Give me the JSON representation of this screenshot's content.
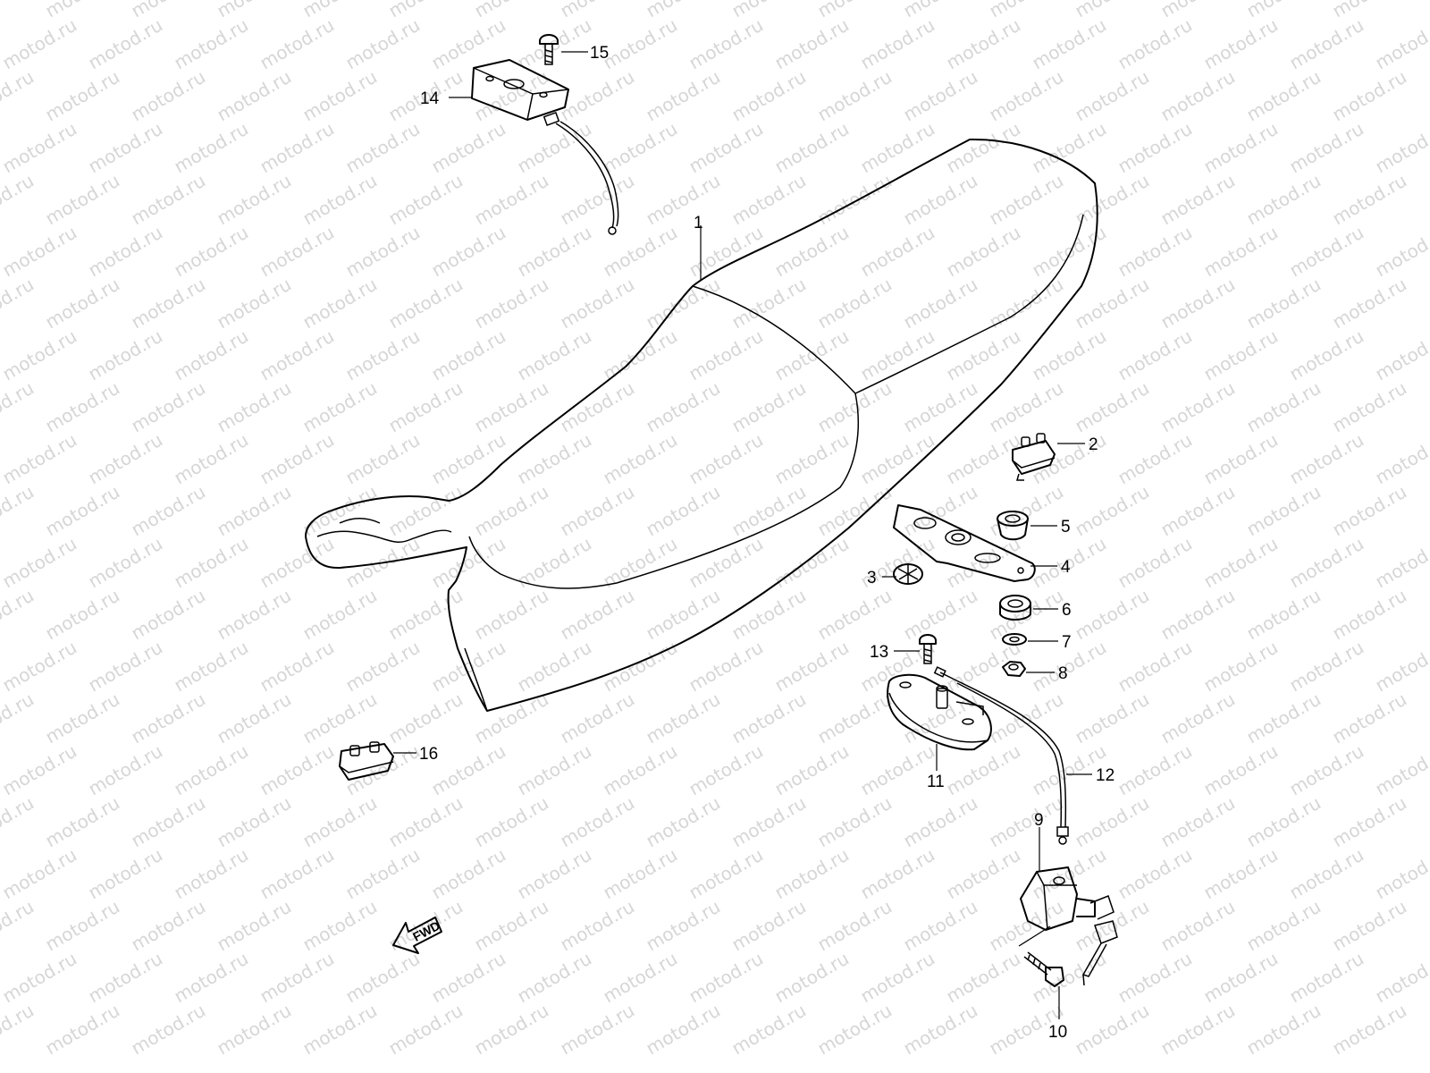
{
  "watermark": {
    "text": "motod.ru",
    "color": "#d6d6d6"
  },
  "parts": [
    {
      "id": "seat",
      "number": "1"
    },
    {
      "id": "cushion-a",
      "number": "2"
    },
    {
      "id": "cushion-3",
      "number": "3"
    },
    {
      "id": "bracket-plate",
      "number": "4"
    },
    {
      "id": "spacer-5",
      "number": "5"
    },
    {
      "id": "cushion-6",
      "number": "6"
    },
    {
      "id": "washer",
      "number": "7"
    },
    {
      "id": "nut",
      "number": "8"
    },
    {
      "id": "seat-lock",
      "number": "9"
    },
    {
      "id": "lock-screw",
      "number": "10"
    },
    {
      "id": "lock-bracket",
      "number": "11"
    },
    {
      "id": "lock-cable",
      "number": "12"
    },
    {
      "id": "bracket-screw",
      "number": "13"
    },
    {
      "id": "holder-14",
      "number": "14"
    },
    {
      "id": "screw-15",
      "number": "15"
    },
    {
      "id": "cushion-16",
      "number": "16"
    }
  ],
  "direction_arrow": {
    "label": "FWD",
    "icon": "forward-arrow-icon"
  }
}
